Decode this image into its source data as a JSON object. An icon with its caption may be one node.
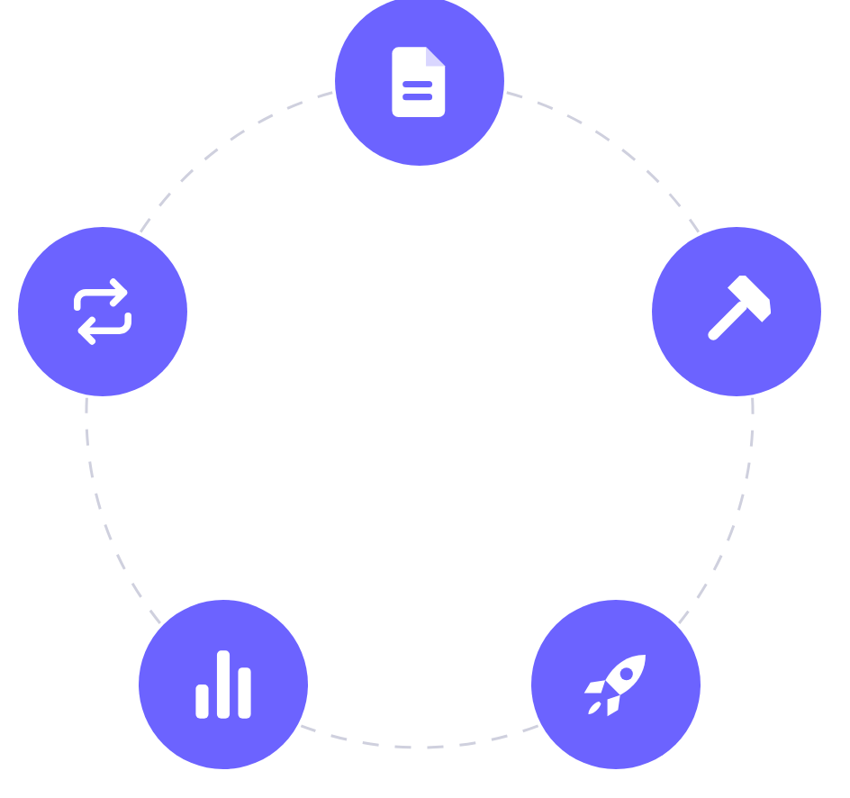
{
  "diagram": {
    "nodes": [
      {
        "text": [],
        "shape": "circle"
      },
      {
        "text": [],
        "shape": "circle"
      },
      {
        "text": [],
        "shape": "circle"
      },
      {
        "text": [],
        "shape": "circle"
      },
      {
        "text": [],
        "shape": "circle"
      }
    ],
    "edges": [
      {
        "from": 0,
        "to": 2,
        "arrow": "none",
        "style": "dashed"
      },
      {
        "from": 2,
        "to": 4,
        "arrow": "none",
        "style": "dashed"
      },
      {
        "from": 4,
        "to": 3,
        "arrow": "none",
        "style": "dashed"
      },
      {
        "from": 3,
        "to": 1,
        "arrow": "none",
        "style": "dashed"
      },
      {
        "from": 1,
        "to": 0,
        "arrow": "none",
        "style": "dashed"
      }
    ]
  }
}
